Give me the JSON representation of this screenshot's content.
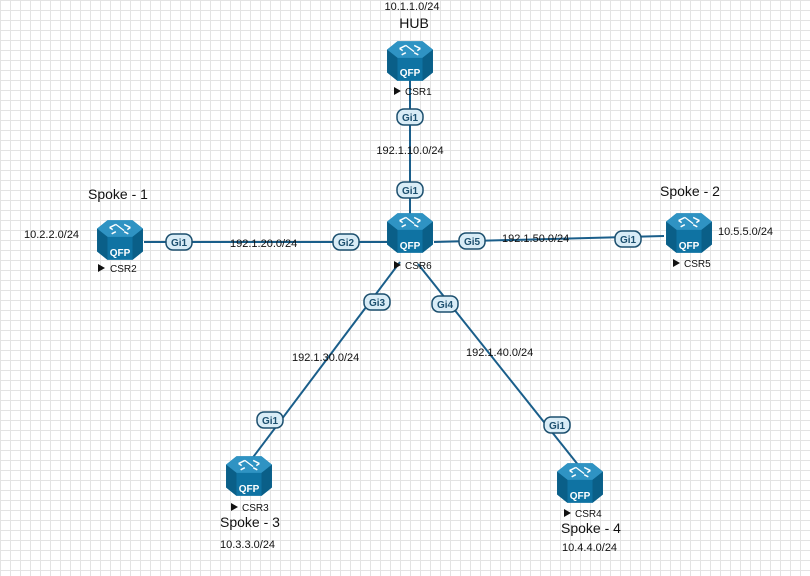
{
  "hub": {
    "network": "10.1.1.0/24",
    "role": "HUB",
    "router": {
      "name": "CSR1",
      "chip": "QFP",
      "port": "Gi1"
    }
  },
  "core": {
    "router": {
      "name": "CSR6",
      "chip": "QFP"
    },
    "ports": {
      "hub": "Gi1",
      "spoke1": "Gi2",
      "spoke2": "Gi5",
      "spoke3": "Gi3",
      "spoke4": "Gi4"
    }
  },
  "links": {
    "hub": "192.1.10.0/24",
    "spoke1": "192.1.20.0/24",
    "spoke2": "192.1.50.0/24",
    "spoke3": "192.1.30.0/24",
    "spoke4": "192.1.40.0/24"
  },
  "spokes": {
    "spoke1": {
      "role": "Spoke - 1",
      "network": "10.2.2.0/24",
      "router": {
        "name": "CSR2",
        "chip": "QFP",
        "port": "Gi1"
      }
    },
    "spoke2": {
      "role": "Spoke - 2",
      "network": "10.5.5.0/24",
      "router": {
        "name": "CSR5",
        "chip": "QFP",
        "port": "Gi1"
      }
    },
    "spoke3": {
      "role": "Spoke - 3",
      "network": "10.3.3.0/24",
      "router": {
        "name": "CSR3",
        "chip": "QFP",
        "port": "Gi1"
      }
    },
    "spoke4": {
      "role": "Spoke - 4",
      "network": "10.4.4.0/24",
      "router": {
        "name": "CSR4",
        "chip": "QFP",
        "port": "Gi1"
      }
    }
  },
  "colors": {
    "link": "#1a5e8a",
    "router_body": "#0f73a3",
    "router_top": "#2c8fbf",
    "port_fill": "#d9ecf6",
    "port_stroke": "#1c4f6e"
  }
}
